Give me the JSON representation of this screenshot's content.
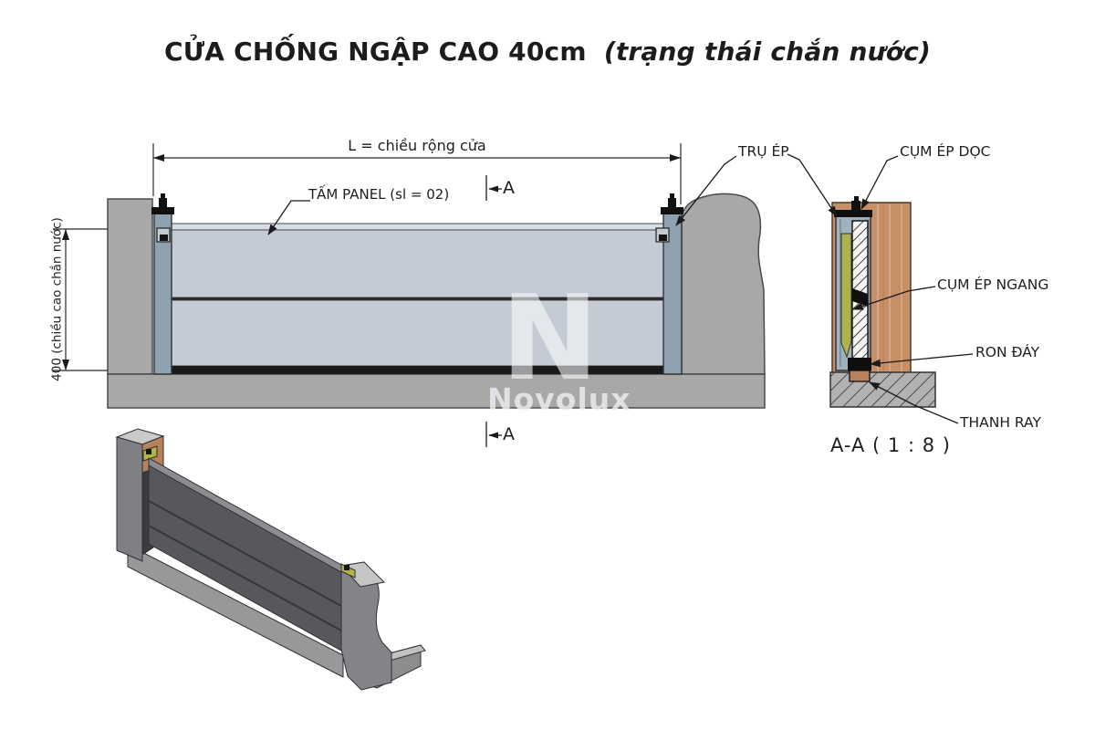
{
  "title": {
    "main": "CỬA CHỐNG NGẬP CAO 40cm",
    "sub": "(trạng thái chắn nước)"
  },
  "elevation_view": {
    "width_dimension": "L = chiều rộng cửa",
    "height_dimension": "400 (chiều cao chắn nước)",
    "panel_callout": "TẤM PANEL (sl = 02)",
    "section_cut_letter": "A"
  },
  "section_view": {
    "caption": "A-A ( 1 : 8 )",
    "callouts": {
      "post": "TRỤ ÉP",
      "vertical_clamp": "CỤM ÉP DỌC",
      "horizontal_clamp": "CỤM ÉP NGANG",
      "bottom_gasket": "RON ĐÁY",
      "rail": "THANH RAY"
    }
  },
  "watermark": {
    "logo_letter": "N",
    "brand": "Novolux"
  },
  "colors": {
    "concrete": "#a8a8a6",
    "panel_face": "#c5cbd5",
    "post_blue_gray": "#8ea1b1",
    "wood_wall": "#c68f66",
    "clamp_bar_yellow": "#aeb14e",
    "seal_black": "#1a1a1a",
    "hatch_floor_bg": "#b2b2b0",
    "line": "#2a2a2a"
  }
}
